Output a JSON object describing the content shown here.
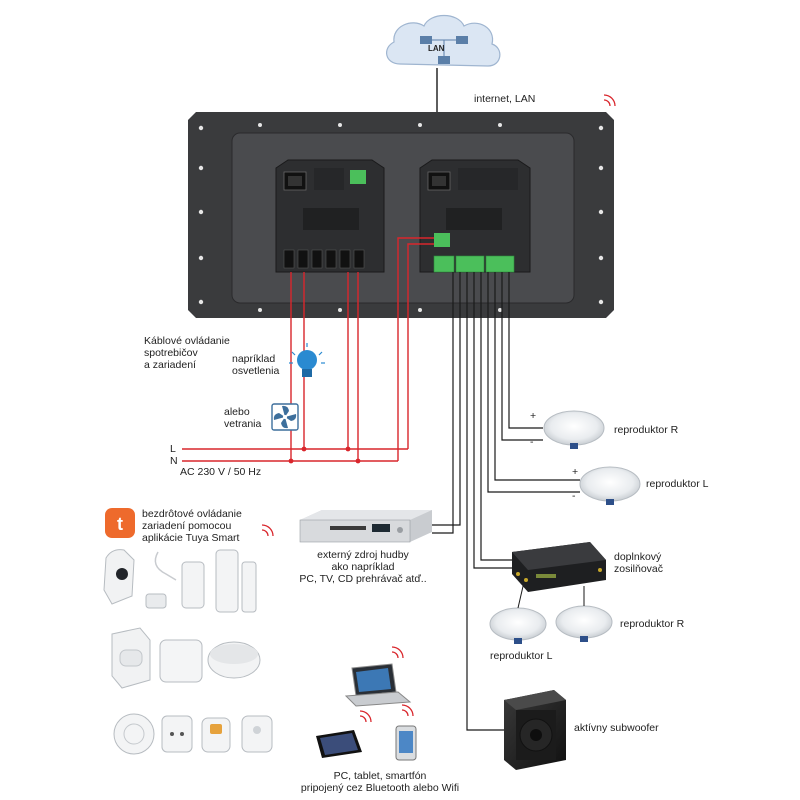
{
  "colors": {
    "panel": "#3a3b3d",
    "panel_inner": "#4a4b4e",
    "module": "#2d2e30",
    "terminal_green": "#4bbf5b",
    "mains_red": "#d9262c",
    "signal_black": "#1a1a1a",
    "cloud": "#dbe6f3",
    "bulb_blue": "#2a8ad1",
    "tuya_orange": "#ee6a2c"
  },
  "icons": [
    "cloud-icon",
    "network-switch-icon",
    "wifi-signal-icon",
    "light-bulb-icon",
    "fan-icon",
    "speaker-icon",
    "amplifier-icon",
    "cd-player-icon",
    "laptop-icon",
    "tablet-icon",
    "smartphone-icon",
    "subwoofer-icon",
    "tuya-logo-icon",
    "sensor-icon",
    "smart-plug-icon"
  ],
  "labels": {
    "lan": "LAN",
    "internet": "internet, LAN",
    "wired_control": "Káblové ovládanie\nspotrebičov\na zariadení",
    "example_lighting": "napríklad\nosvetlenia",
    "or_ventilation": "alebo\nvetrania",
    "line_l": "L",
    "line_n": "N",
    "mains": "AC 230 V / 50 Hz",
    "speaker_r_top": "reproduktor R",
    "speaker_l_top": "reproduktor L",
    "plus_1": "+",
    "minus_1": "-",
    "plus_2": "+",
    "minus_2": "-",
    "wireless_control": "bezdrôtové ovládanie\nzariadení pomocou\naplikácie Tuya Smart",
    "external_source": "externý zdroj hudby\nako napríklad\nPC, TV, CD prehrávač atď..",
    "amplifier": "doplnkový\nzosilňovač",
    "speaker_r_bottom": "reproduktor R",
    "speaker_l_bottom": "reproduktor L",
    "subwoofer": "aktívny subwoofer",
    "devices": "PC, tablet, smartfón\npripojený cez Bluetooth alebo Wifi"
  }
}
